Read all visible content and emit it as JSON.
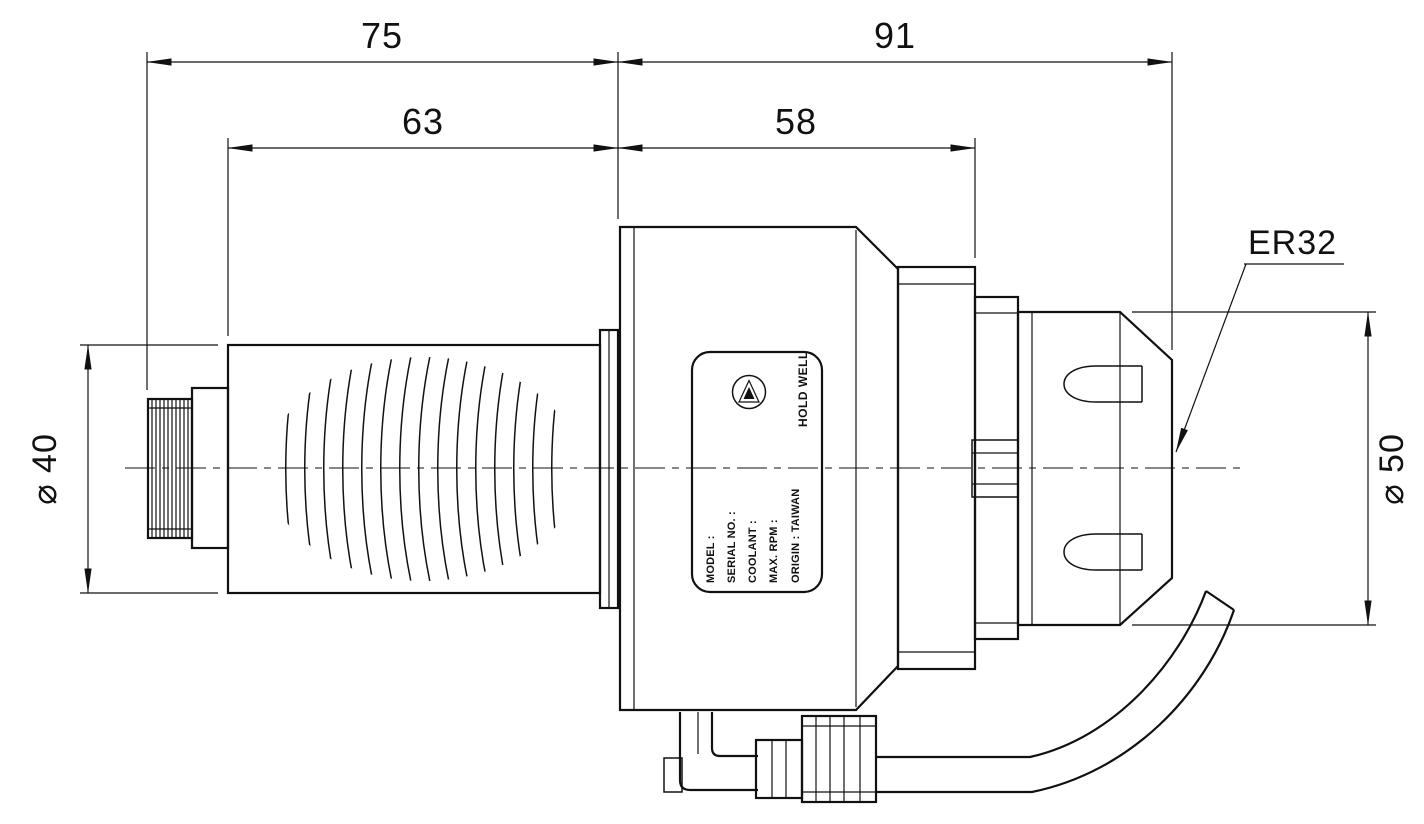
{
  "drawing": {
    "background": "#ffffff",
    "line_color": "#111111",
    "dimensions": {
      "length_left": "75",
      "length_right": "91",
      "length_thread": "63",
      "length_body": "58",
      "dia_left": "⌀ 40",
      "dia_right": "⌀ 50"
    },
    "callout": {
      "collet_label": "ER32"
    },
    "label_plate": {
      "brand": "HOLD WELL",
      "rows": [
        "MODEL :",
        "SERIAL NO. :",
        "COOLANT :",
        "MAX. RPM :",
        "ORIGIN : TAIWAN"
      ]
    }
  }
}
